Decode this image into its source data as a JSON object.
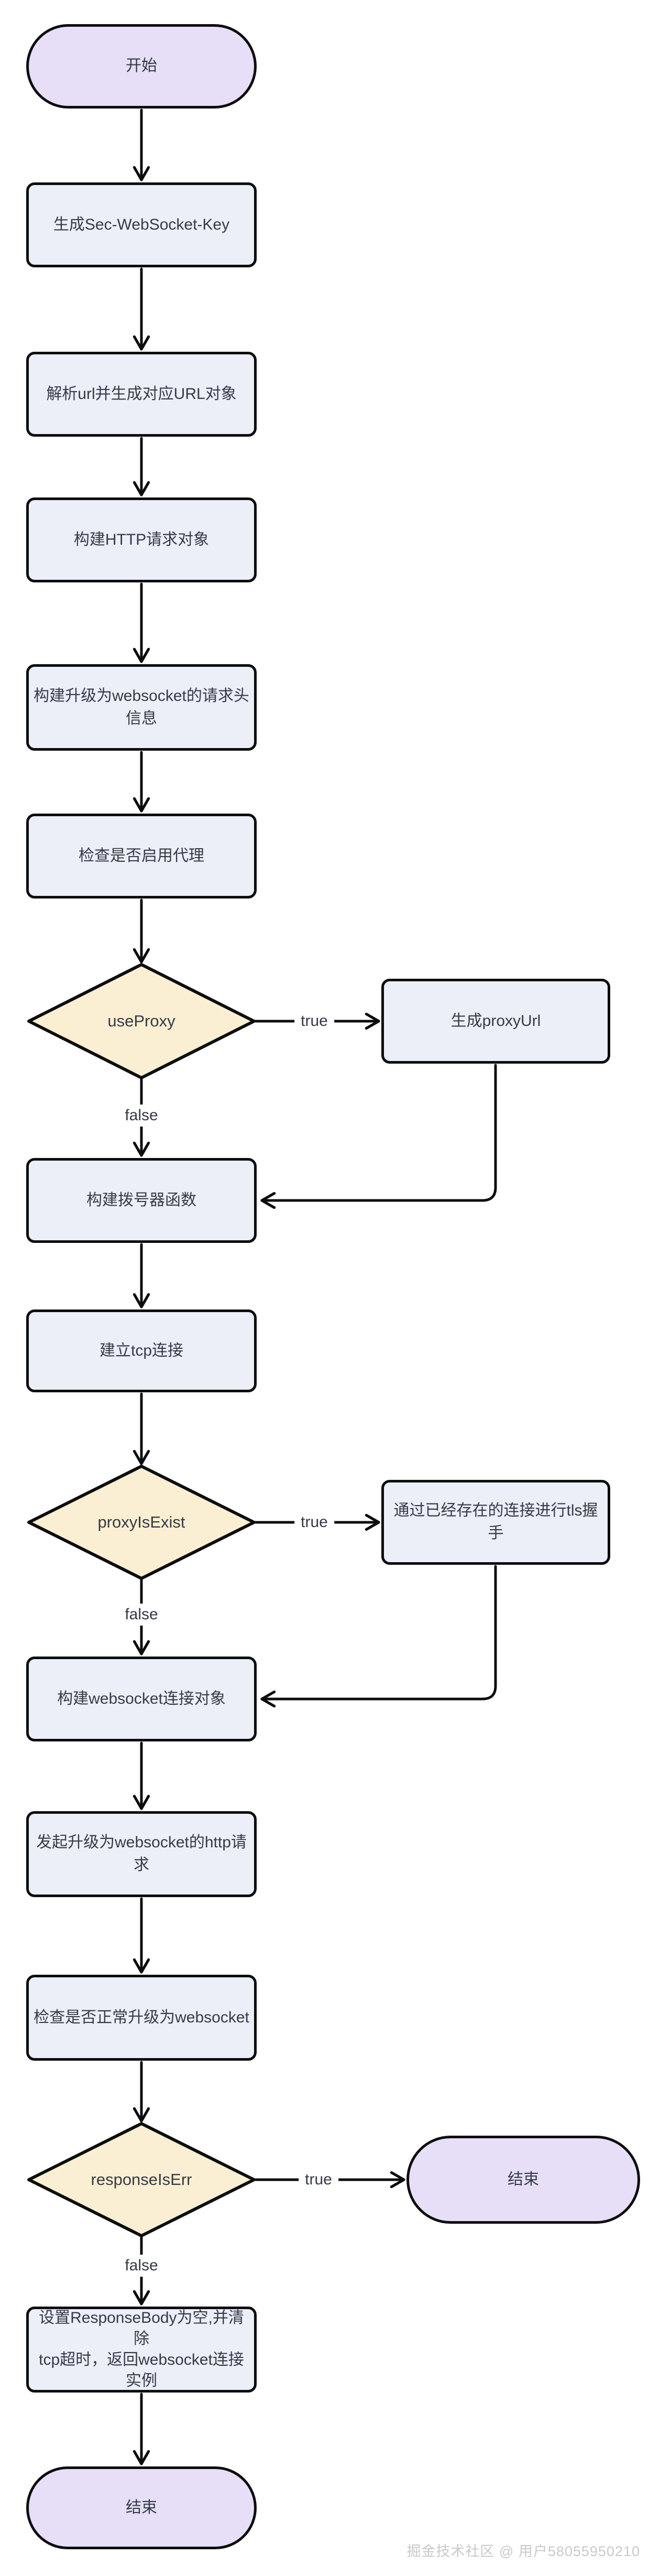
{
  "nodes": {
    "start": {
      "label": "开始",
      "type": "terminator"
    },
    "gen_key": {
      "label": "生成Sec-WebSocket-Key",
      "type": "process"
    },
    "parse_url": {
      "label": "解析url并生成对应URL对象",
      "type": "process"
    },
    "build_http": {
      "label": "构建HTTP请求对象",
      "type": "process"
    },
    "build_headers": {
      "label": "构建升级为websocket的请求头\n信息",
      "type": "process"
    },
    "check_proxy": {
      "label": "检查是否启用代理",
      "type": "process"
    },
    "use_proxy": {
      "label": "useProxy",
      "type": "decision"
    },
    "gen_proxy_url": {
      "label": "生成proxyUrl",
      "type": "process"
    },
    "build_dialer": {
      "label": "构建拨号器函数",
      "type": "process"
    },
    "tcp_connect": {
      "label": "建立tcp连接",
      "type": "process"
    },
    "proxy_is_exist": {
      "label": "proxyIsExist",
      "type": "decision"
    },
    "tls_handshake": {
      "label": "通过已经存在的连接进行tls握手",
      "type": "process"
    },
    "build_ws_conn": {
      "label": "构建websocket连接对象",
      "type": "process"
    },
    "send_upgrade": {
      "label": "发起升级为websocket的http请\n求",
      "type": "process"
    },
    "check_upgrade": {
      "label": "检查是否正常升级为websocket",
      "type": "process"
    },
    "response_is_err": {
      "label": "responseIsErr",
      "type": "decision"
    },
    "end_right": {
      "label": "结束",
      "type": "terminator"
    },
    "set_response": {
      "label": "设置ResponseBody为空,并清除\ntcp超时，返回websocket连接\n实例",
      "type": "process"
    },
    "end_bottom": {
      "label": "结束",
      "type": "terminator"
    }
  },
  "edge_labels": {
    "use_proxy_true": "true",
    "use_proxy_false": "false",
    "proxy_is_exist_true": "true",
    "proxy_is_exist_false": "false",
    "response_is_err_true": "true",
    "response_is_err_false": "false"
  },
  "watermark": "掘金技术社区 @ 用户58055950210",
  "colors": {
    "stroke": "#0d0d0d",
    "node_fill": "#eceff8",
    "terminator_fill": "#e6dff7",
    "decision_fill": "#faefd2",
    "text": "#353a46",
    "watermark": "#c9c9c9",
    "canvas": "#ffffff"
  }
}
